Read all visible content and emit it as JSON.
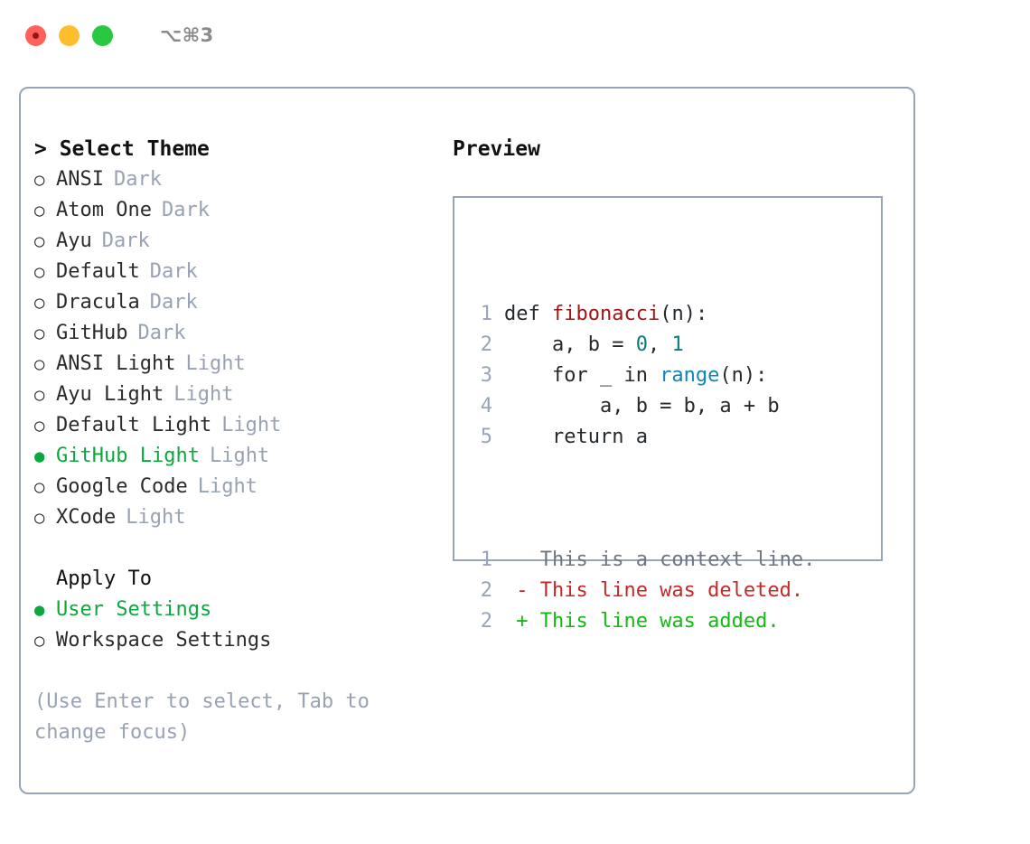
{
  "titlebar": {
    "shortcut": "⌥⌘3",
    "lights": [
      "close",
      "minimize",
      "zoom"
    ]
  },
  "theme_panel": {
    "title": "> Select Theme",
    "marker_selected": "●",
    "marker_unselected": "○",
    "selected_color": "#0ba83e",
    "items": [
      {
        "name": "ANSI",
        "kind": "Dark",
        "selected": false
      },
      {
        "name": "Atom One",
        "kind": "Dark",
        "selected": false
      },
      {
        "name": "Ayu",
        "kind": "Dark",
        "selected": false
      },
      {
        "name": "Default",
        "kind": "Dark",
        "selected": false
      },
      {
        "name": "Dracula",
        "kind": "Dark",
        "selected": false
      },
      {
        "name": "GitHub",
        "kind": "Dark",
        "selected": false
      },
      {
        "name": "ANSI Light",
        "kind": "Light",
        "selected": false
      },
      {
        "name": "Ayu Light",
        "kind": "Light",
        "selected": false
      },
      {
        "name": "Default Light",
        "kind": "Light",
        "selected": false
      },
      {
        "name": "GitHub Light",
        "kind": "Light",
        "selected": true
      },
      {
        "name": "Google Code",
        "kind": "Light",
        "selected": false
      },
      {
        "name": "XCode",
        "kind": "Light",
        "selected": false
      }
    ]
  },
  "apply_to": {
    "title": "Apply To",
    "items": [
      {
        "name": "User Settings",
        "selected": true
      },
      {
        "name": "Workspace Settings",
        "selected": false
      }
    ]
  },
  "hint": "(Use Enter to select, Tab to change focus)",
  "preview": {
    "title": "Preview",
    "code_lines": [
      {
        "no": "1",
        "segments": [
          {
            "text": "def ",
            "tok": "plain"
          },
          {
            "text": "fibonacci",
            "tok": "fn"
          },
          {
            "text": "(n):",
            "tok": "plain"
          }
        ]
      },
      {
        "no": "2",
        "segments": [
          {
            "text": "    a, b = ",
            "tok": "plain"
          },
          {
            "text": "0",
            "tok": "num"
          },
          {
            "text": ", ",
            "tok": "plain"
          },
          {
            "text": "1",
            "tok": "num"
          }
        ]
      },
      {
        "no": "3",
        "segments": [
          {
            "text": "    for _ in ",
            "tok": "plain"
          },
          {
            "text": "range",
            "tok": "call"
          },
          {
            "text": "(n):",
            "tok": "plain"
          }
        ]
      },
      {
        "no": "4",
        "segments": [
          {
            "text": "        a, b = b, a + b",
            "tok": "plain"
          }
        ]
      },
      {
        "no": "5",
        "segments": [
          {
            "text": "    return a",
            "tok": "plain"
          }
        ]
      }
    ],
    "diff_lines": [
      {
        "no": "1",
        "sign": " ",
        "text": "This is a context line.",
        "kind": "context"
      },
      {
        "no": "2",
        "sign": "-",
        "text": "This line was deleted.",
        "kind": "deleted"
      },
      {
        "no": "2",
        "sign": "+",
        "text": "This line was added.",
        "kind": "added"
      }
    ]
  },
  "colors": {
    "border": "#9aa4b8",
    "muted": "#98a2b3",
    "selected_green": "#0ba83e",
    "diff_added": "#11bb11",
    "diff_deleted": "#c62828",
    "syntax_function": "#a31515",
    "syntax_number": "#0a7b7b",
    "syntax_call": "#0d86b8"
  }
}
